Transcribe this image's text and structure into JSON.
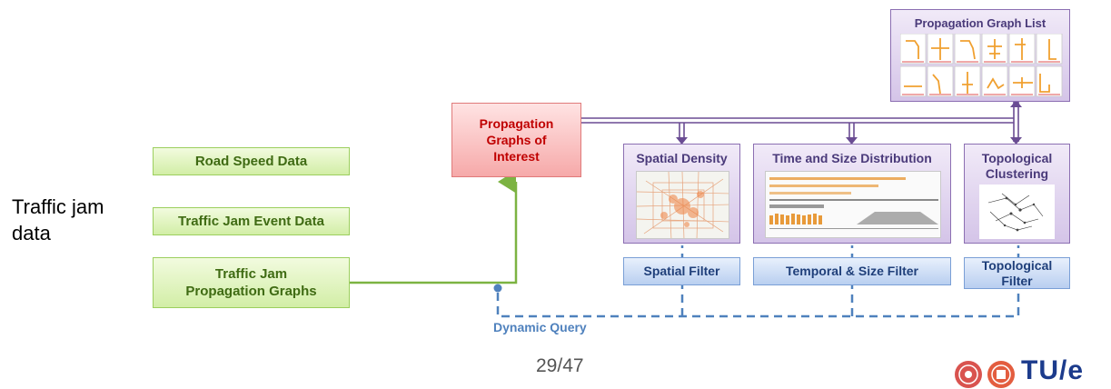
{
  "side_label": {
    "line1": "Traffic jam",
    "line2": "data"
  },
  "data_sources": {
    "road_speed": "Road Speed Data",
    "jam_events": "Traffic Jam Event Data",
    "jam_graphs_line1": "Traffic Jam",
    "jam_graphs_line2": "Propagation Graphs"
  },
  "interest": {
    "line1": "Propagation",
    "line2": "Graphs of",
    "line3": "Interest"
  },
  "views": {
    "spatial_density": "Spatial Density",
    "time_size": "Time and Size Distribution",
    "topological_line1": "Topological",
    "topological_line2": "Clustering",
    "graph_list": "Propagation Graph List"
  },
  "filters": {
    "spatial": "Spatial Filter",
    "temporal": "Temporal & Size Filter",
    "topo_line1": "Topological",
    "topo_line2": "Filter"
  },
  "dynamic_query": "Dynamic Query",
  "page_number": "29/47",
  "logo_text": "TU/e",
  "colors": {
    "green": "#7cb342",
    "purple": "#6a4c93",
    "blue": "#4f81bd",
    "red": "#c00000"
  }
}
